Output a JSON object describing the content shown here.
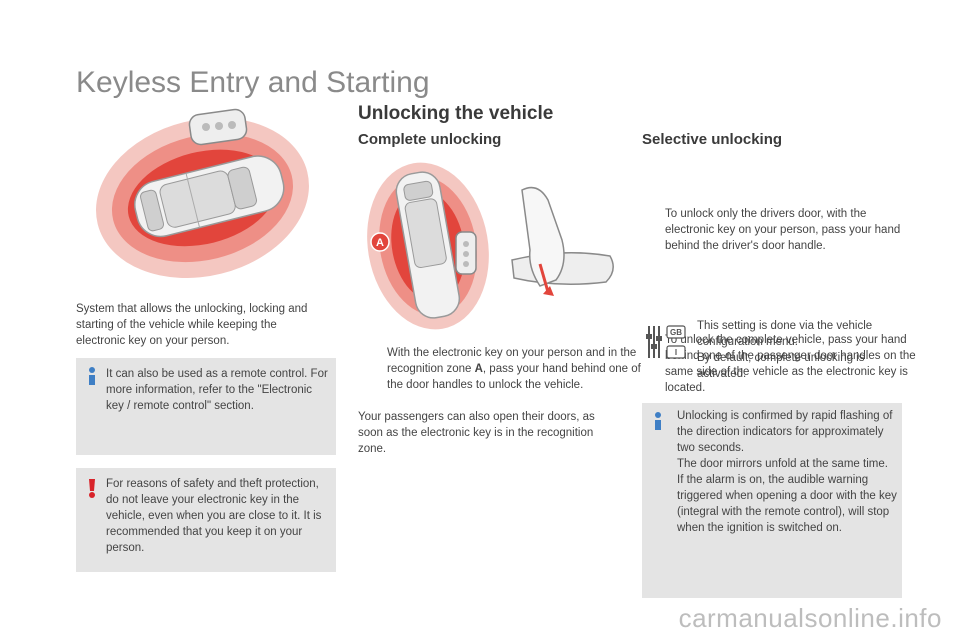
{
  "title": "Keyless Entry and Starting",
  "intro": "System that allows the unlocking, locking and starting of the vehicle while keeping the electronic key on your person.",
  "info_note": "It can also be used as a remote control. For more information, refer to the \"Electronic key / remote control\" section.",
  "warning_note": "For reasons of safety and theft protection, do not leave your electronic key in the vehicle, even when you are close to it. It is recommended that you keep it on your person.",
  "unlocking": {
    "heading": "Unlocking the vehicle",
    "complete": {
      "heading": "Complete unlocking",
      "zone_label": "A",
      "bullet_symbol": "",
      "bullet_text_before": "With the electronic key on your person and in the recognition zone ",
      "bullet_bold": "A",
      "bullet_text_after": ", pass your hand behind one of the door handles to unlock the vehicle.",
      "passengers_text": "Your passengers can also open their doors, as soon as the electronic key is in the recognition zone."
    },
    "selective": {
      "heading": "Selective unlocking",
      "bullet_symbol": "",
      "bullet1": "To unlock only the drivers door, with the electronic key on your person, pass your hand behind the driver's door handle.",
      "bullet2": "To unlock the complete vehicle, pass your hand behind one of the passenger door handles on the same side of the vehicle as the electronic key is located.",
      "config_icon_top": "GB",
      "config_icon_bottom": "I",
      "config_text1": "This setting is done via the vehicle configuration menu.",
      "config_text2": "By default, complete unlocking is activated.",
      "confirm_note1": "Unlocking is confirmed by rapid flashing of the direction indicators for approximately two seconds.",
      "confirm_note2": "The door mirrors unfold at the same time.",
      "confirm_note3": "If the alarm is on, the audible warning triggered when opening a door with the key (integral with the remote control), will stop when the ignition is switched on."
    }
  },
  "watermark": "carmanualsonline.info",
  "colors": {
    "zone_outer": "#f4c7c1",
    "zone_mid": "#ee8f86",
    "zone_inner": "#e2453c",
    "note_bg": "#e4e4e4",
    "info_blue": "#3f7fc5",
    "warn_red": "#d8232a"
  }
}
